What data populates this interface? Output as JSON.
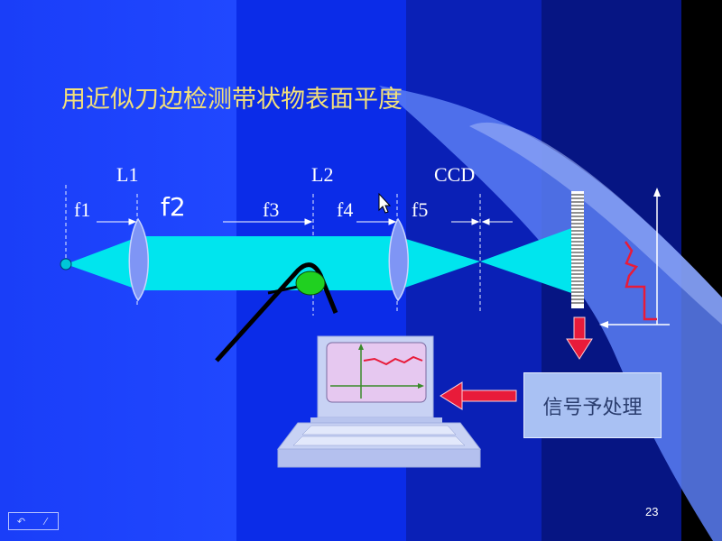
{
  "title": "用近似刀边检测带状物表面平度",
  "labels": {
    "l1": "L1",
    "l2": "L2",
    "ccd": "CCD",
    "f1": "f1",
    "f2": "f2",
    "f3": "f3",
    "f4": "f4",
    "f5": "f5"
  },
  "signal_box": "信号予处理",
  "page_number": "23",
  "colors": {
    "beam": "#00e5ee",
    "lens": "#7f95f5",
    "ball": "#20d020",
    "source": "#00c8d8",
    "signal_curve": "#e81b3a",
    "arrow": "#e81b3a",
    "axis": "#3a8a2a",
    "title": "#f3e07a"
  }
}
